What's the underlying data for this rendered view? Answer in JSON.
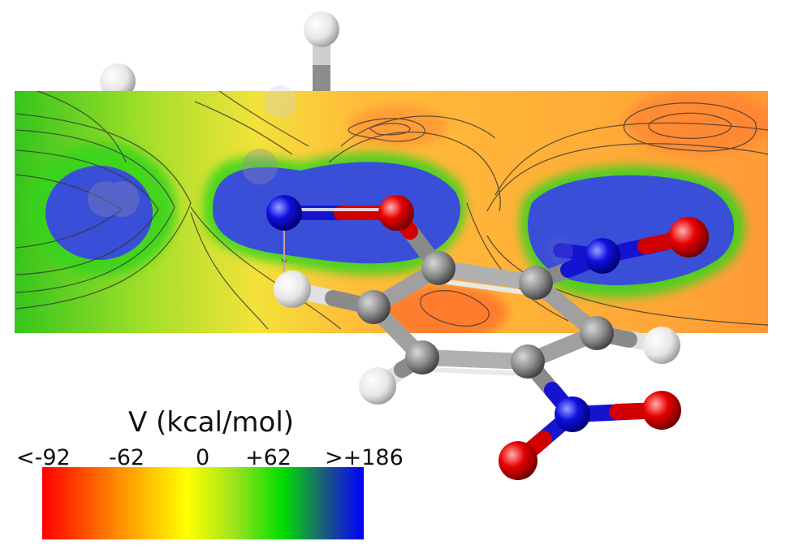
{
  "legend": {
    "title": "V (kcal/mol)",
    "ticks": [
      "<-92",
      "-62",
      "0",
      "+62",
      ">+186"
    ],
    "colors": [
      "#ff0000",
      "#ff7a00",
      "#ffff00",
      "#7ddc1f",
      "#00dd00",
      "#1b4a8c",
      "#0000ff"
    ]
  },
  "bond_label": "2",
  "atoms": {
    "hydrogen_color": "#f4f4f4",
    "carbon_color": "#8a8a8a",
    "nitrogen_color": "#0a0adc",
    "oxygen_color": "#e00000"
  }
}
